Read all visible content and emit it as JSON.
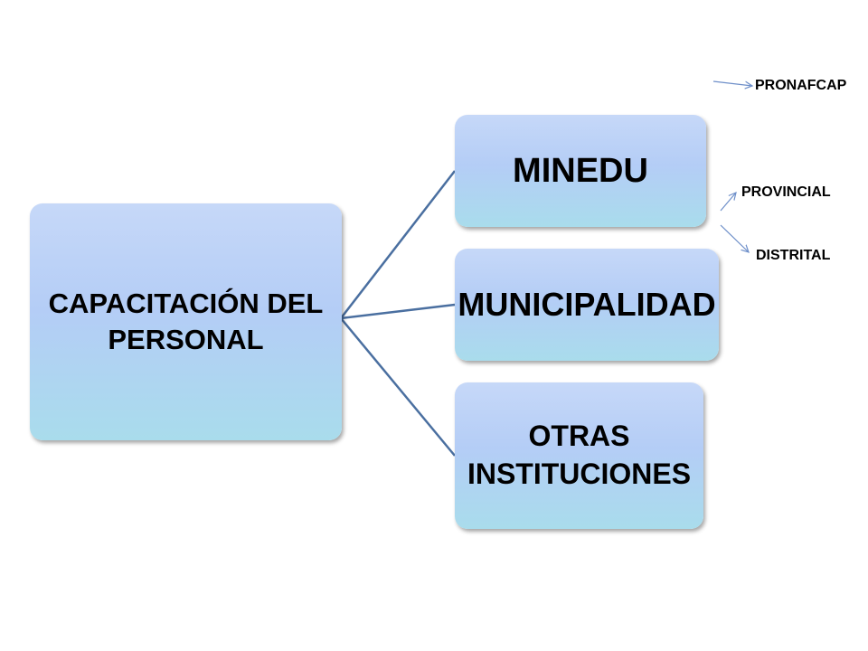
{
  "diagram": {
    "root": {
      "label": "CAPACITACIÓN DEL PERSONAL"
    },
    "children": [
      {
        "label": "MINEDU"
      },
      {
        "label": "MUNICIPALIDAD"
      },
      {
        "label": "OTRAS INSTITUCIONES"
      }
    ],
    "side_labels": {
      "pronafcap": "PRONAFCAP",
      "provincial": "PROVINCIAL",
      "distrital": "DISTRITAL"
    },
    "colors": {
      "connector": "#4a6fa0",
      "arrow": "#6e8fc9",
      "box_top": "#c6d8f8",
      "box_bottom": "#a9dcec"
    }
  }
}
